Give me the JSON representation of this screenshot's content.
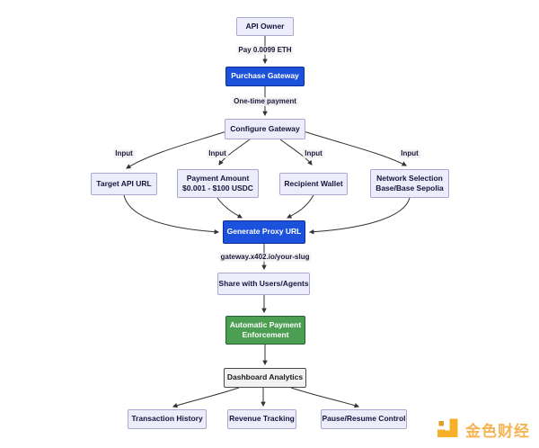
{
  "diagram": {
    "nodes": {
      "api_owner": "API Owner",
      "purchase_gateway": "Purchase Gateway",
      "configure_gateway": "Configure Gateway",
      "target_api_url": "Target API URL",
      "payment_amount": "Payment Amount\n$0.001 - $100 USDC",
      "recipient_wallet": "Recipient Wallet",
      "network_selection": "Network Selection\nBase/Base Sepolia",
      "generate_proxy_url": "Generate Proxy URL",
      "share_users_agents": "Share with Users/Agents",
      "automatic_payment_enforcement": "Automatic Payment\nEnforcement",
      "dashboard_analytics": "Dashboard Analytics",
      "transaction_history": "Transaction History",
      "revenue_tracking": "Revenue Tracking",
      "pause_resume_control": "Pause/Resume Control"
    },
    "edge_labels": {
      "pay_eth": "Pay 0.0099 ETH",
      "one_time_payment": "One-time payment",
      "input_1": "Input",
      "input_2": "Input",
      "input_3": "Input",
      "input_4": "Input",
      "proxy_url": "gateway.x402.io/your-slug"
    },
    "colors": {
      "node_fill": "#ececfa",
      "node_border": "#a9a9cf",
      "highlight_fill": "#1c51db",
      "highlight_border": "#0c2f9c",
      "success_fill": "#4c9e52",
      "success_border": "#26602c",
      "neutral_fill": "#f2f2f2",
      "neutral_border": "#4a4a4a",
      "edge_color": "#333333"
    }
  },
  "watermark": {
    "text": "金色财经",
    "color": "#f5a93b"
  }
}
